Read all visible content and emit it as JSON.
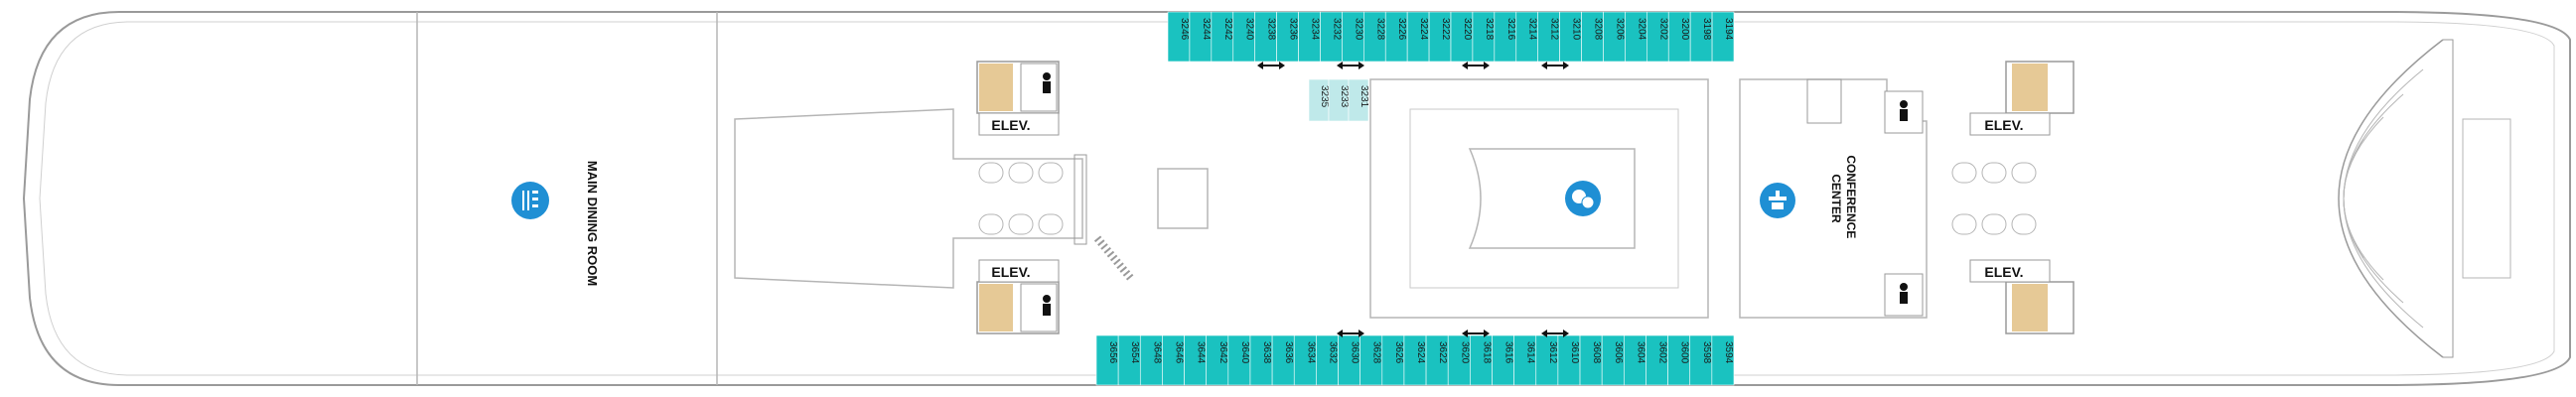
{
  "labels": {
    "main_dining_room": "MAIN DINING ROOM",
    "conference_center_line1": "CONFERENCE",
    "conference_center_line2": "CENTER",
    "elevator": "ELEV."
  },
  "colors": {
    "cabin_teal": "#1ac2c0",
    "cabin_light": "#bfe9ea",
    "icon_blue": "#1f8fd4",
    "stair_tan": "#e6c996",
    "outline": "#9a9a9a"
  },
  "icons": [
    "dining-icon",
    "theater-icon",
    "conference-icon",
    "restroom-icon",
    "accessible-icon",
    "connecting-arrow-icon"
  ],
  "cabins": {
    "top_row": [
      "3246",
      "3244",
      "3242",
      "3240",
      "3238",
      "3236",
      "3234",
      "3232",
      "3230",
      "3228",
      "3226",
      "3224",
      "3222",
      "3220",
      "3218",
      "3216",
      "3214",
      "3212",
      "3210",
      "3208",
      "3206",
      "3204",
      "3202",
      "3200",
      "3198",
      "3194"
    ],
    "inner_block": [
      "3235",
      "3233",
      "3231"
    ],
    "bottom_row": [
      "3656",
      "3654",
      "3648",
      "3646",
      "3644",
      "3642",
      "3640",
      "3638",
      "3636",
      "3634",
      "3632",
      "3630",
      "3628",
      "3626",
      "3624",
      "3622",
      "3620",
      "3618",
      "3616",
      "3614",
      "3612",
      "3610",
      "3608",
      "3606",
      "3604",
      "3602",
      "3600",
      "3598",
      "3594"
    ]
  }
}
